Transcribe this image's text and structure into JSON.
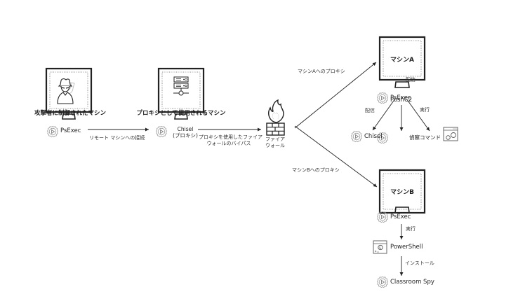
{
  "diagram": {
    "attacker_machine": {
      "title": "攻撃者に制御されたマシン",
      "icon": "hacker-icon"
    },
    "proxy_machine": {
      "title": "プロキシとして使用されるマシン",
      "icon": "server-icon"
    },
    "firewall": {
      "label_line1": "ファイア",
      "label_line2": "ウォール",
      "icon": "firewall-icon"
    },
    "machine_a": {
      "title": "マシンA"
    },
    "machine_b": {
      "title": "マシンB"
    },
    "nodes": {
      "attacker_psexec": "PsExec",
      "chisel_proxy_line1": "Chisel",
      "chisel_proxy_line2": "(プロキシ)",
      "a_psexec": "PsExec",
      "a_poshc2": "PoshC2",
      "a_chisel": "Chisel",
      "a_recon": "偵察コマンド",
      "b_psexec": "PsExec",
      "b_powershell": "PowerShell",
      "b_classroom_spy": "Classroom Spy"
    },
    "edges": {
      "remote_connect": "リモート マシンへの接続",
      "bypass_line1": "プロキシを使用したファイア",
      "bypass_line2": "ウォールのバイパス",
      "proxy_to_a": "マシンAへのプロキシ",
      "proxy_to_b": "マシンBへのプロキシ",
      "a_deliver1": "配信",
      "a_deliver2": "配信",
      "a_execute": "実行",
      "b_execute": "実行",
      "b_install": "インストール"
    }
  }
}
